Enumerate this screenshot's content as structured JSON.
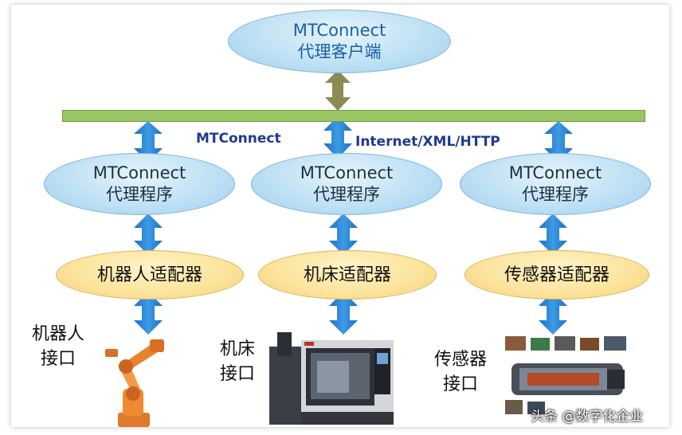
{
  "client": {
    "line1": "MTConnect",
    "line2": "代理客户端"
  },
  "bus_labels": {
    "left": "MTConnect",
    "right": "Internet/XML/HTTP"
  },
  "agents": [
    {
      "line1": "MTConnect",
      "line2": "代理程序"
    },
    {
      "line1": "MTConnect",
      "line2": "代理程序"
    },
    {
      "line1": "MTConnect",
      "line2": "代理程序"
    }
  ],
  "adapters": [
    "机器人适配器",
    "机床适配器",
    "传感器适配器"
  ],
  "devices": [
    {
      "line1": "机器人",
      "line2": "接口"
    },
    {
      "line1": "机床",
      "line2": "接口"
    },
    {
      "line1": "传感器",
      "line2": "接口"
    }
  ],
  "watermark": "头条 @数字化企业",
  "colors": {
    "bus": "#99c565",
    "agent": "#bfe1f4",
    "adapter": "#fbe39a",
    "arrow": "#2f86d6",
    "client_arrow": "#8c8a55"
  }
}
